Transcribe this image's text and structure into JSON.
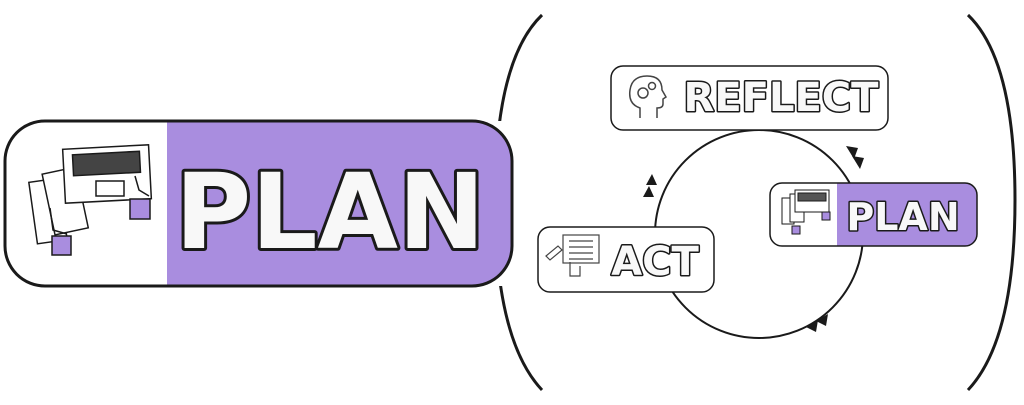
{
  "main_stage": {
    "label": "PLAN",
    "icon": "laptop-planning-icon"
  },
  "cycle": {
    "stages": [
      {
        "label": "REFLECT",
        "icon": "head-gears-icon"
      },
      {
        "label": "PLAN",
        "icon": "laptop-planning-icon",
        "highlighted": true
      },
      {
        "label": "ACT",
        "icon": "checklist-hand-icon"
      }
    ]
  },
  "colors": {
    "accent": "#a98ddf",
    "stroke": "#1a1a1a",
    "text_fill": "#f8f8f8"
  }
}
